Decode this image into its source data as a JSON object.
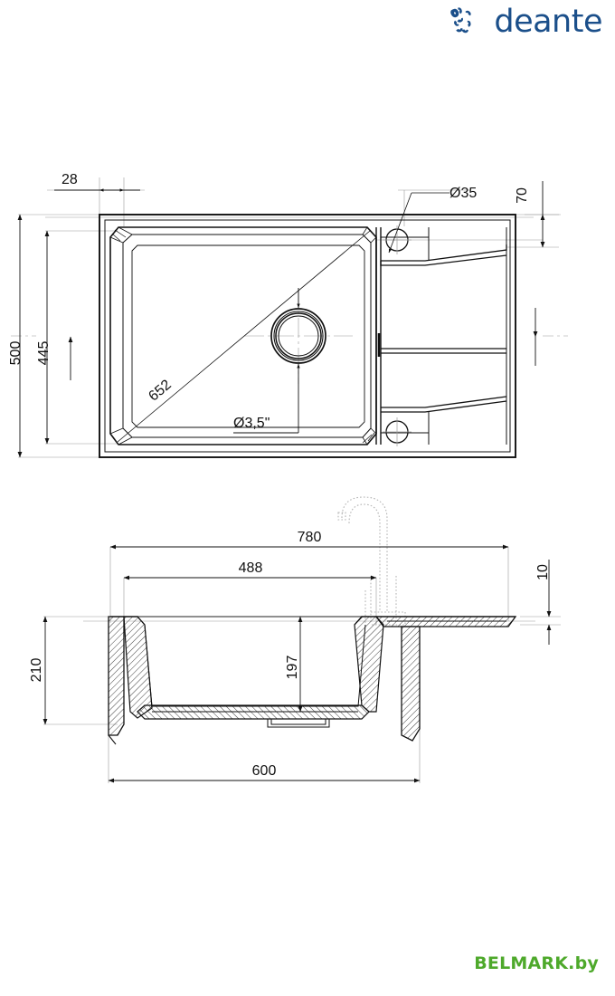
{
  "brand": {
    "name": "deante",
    "logo_icon": "deante-pinwheel-icon",
    "color": "#1b4f8a"
  },
  "watermark": {
    "text": "BELMARK.by",
    "color": "#3fa21a"
  },
  "drawing": {
    "type": "technical-drawing",
    "subject": "kitchen-sink-with-drainboard",
    "units": "mm",
    "views": [
      {
        "id": "plan-view",
        "label": "top-view"
      },
      {
        "id": "section-view",
        "label": "cross-section-side-view"
      }
    ]
  },
  "dimensions": {
    "plan": {
      "corner_offset": "28",
      "overall_height": "500",
      "bowl_height": "445",
      "diagonal": "652",
      "drain_hole": "Ø3,5\"",
      "tap_hole": "Ø35",
      "drainboard_edge": "70"
    },
    "section": {
      "overall_width": "780",
      "bowl_width": "488",
      "overall_depth": "210",
      "bowl_depth": "197",
      "rim_thickness": "10",
      "cabinet_width": "600"
    }
  },
  "labels": [
    {
      "id": "dim-28",
      "text": "28",
      "view": "plan"
    },
    {
      "id": "dim-500",
      "text": "500",
      "view": "plan"
    },
    {
      "id": "dim-445",
      "text": "445",
      "view": "plan"
    },
    {
      "id": "dim-652",
      "text": "652",
      "view": "plan"
    },
    {
      "id": "dim-d35",
      "text": "Ø35",
      "view": "plan"
    },
    {
      "id": "dim-70",
      "text": "70",
      "view": "plan"
    },
    {
      "id": "dim-d35in",
      "text": "Ø3,5\"",
      "view": "plan"
    },
    {
      "id": "dim-780",
      "text": "780",
      "view": "section"
    },
    {
      "id": "dim-488",
      "text": "488",
      "view": "section"
    },
    {
      "id": "dim-10",
      "text": "10",
      "view": "section"
    },
    {
      "id": "dim-210",
      "text": "210",
      "view": "section"
    },
    {
      "id": "dim-197",
      "text": "197",
      "view": "section"
    },
    {
      "id": "dim-600",
      "text": "600",
      "view": "section"
    }
  ]
}
